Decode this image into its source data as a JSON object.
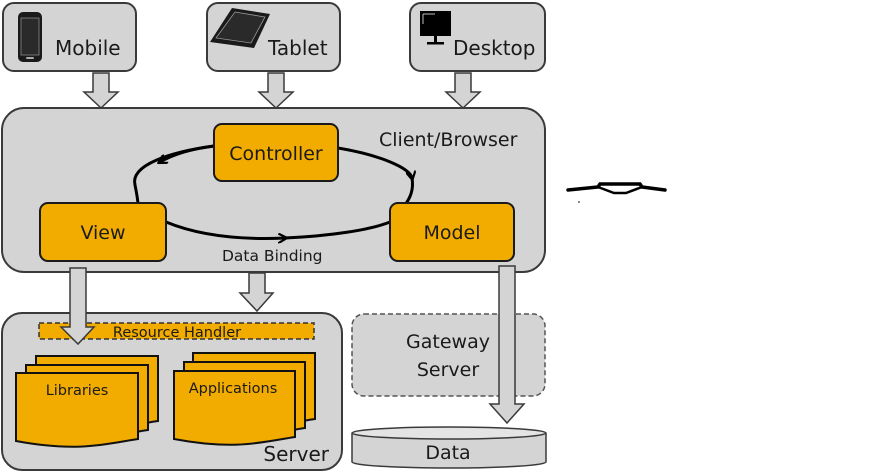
{
  "devices": [
    {
      "label": "Mobile",
      "icon": "smartphone-icon"
    },
    {
      "label": "Tablet",
      "icon": "tablet-icon"
    },
    {
      "label": "Desktop",
      "icon": "desktop-monitor-icon"
    }
  ],
  "client": {
    "title": "Client/Browser",
    "controller": "Controller",
    "view": "View",
    "model": "Model",
    "binding_label": "Data Binding"
  },
  "server": {
    "title": "Server",
    "resource_handler": "Resource Handler",
    "libraries": "Libraries",
    "applications": "Applications"
  },
  "gateway": {
    "line1": "Gateway",
    "line2": "Server"
  },
  "data_store": {
    "label": "Data"
  },
  "colors": {
    "panel_fill": "#d4d4d4",
    "panel_stroke": "#3a3a3a",
    "component_fill": "#f2ac00",
    "text": "#1a1a1a"
  }
}
